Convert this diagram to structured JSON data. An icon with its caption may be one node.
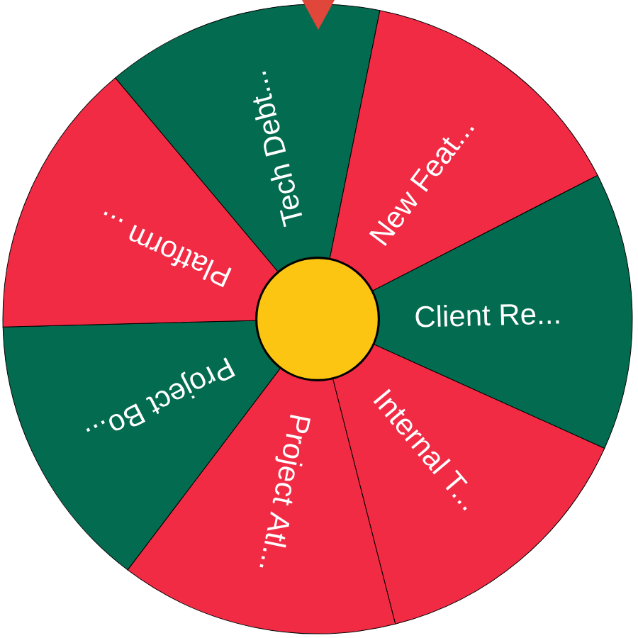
{
  "diagram": {
    "nodes": [
      {
        "text": [
          "Tech Debt..."
        ]
      },
      {
        "text": [
          "New Feat..."
        ]
      },
      {
        "text": [
          "Client Re..."
        ]
      },
      {
        "text": [
          "Internal T..."
        ]
      },
      {
        "text": [
          "Project Atl..."
        ]
      },
      {
        "text": [
          "Project Bo..."
        ]
      },
      {
        "text": [
          "Platform ..."
        ]
      },
      {
        "text": [],
        "shape": "circle"
      }
    ]
  }
}
